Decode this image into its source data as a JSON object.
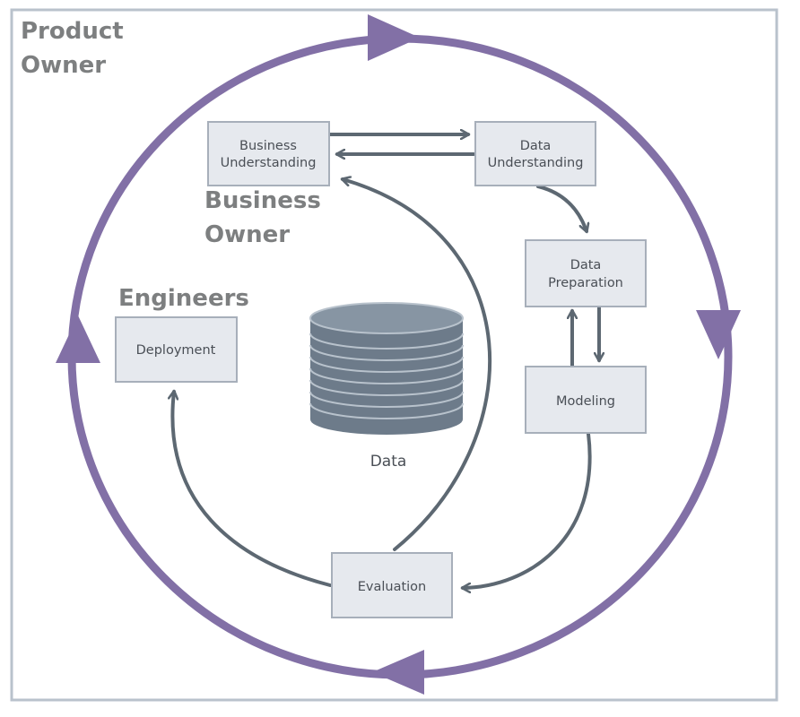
{
  "roles": {
    "product_owner": [
      "Product",
      "Owner"
    ],
    "business_owner": [
      "Business",
      "Owner"
    ],
    "engineers": [
      "Engineers"
    ]
  },
  "phases": {
    "business_understanding": [
      "Business",
      "Understanding"
    ],
    "data_understanding": [
      "Data",
      "Understanding"
    ],
    "data_preparation": [
      "Data",
      "Preparation"
    ],
    "modeling": [
      "Modeling"
    ],
    "evaluation": [
      "Evaluation"
    ],
    "deployment": [
      "Deployment"
    ]
  },
  "data_store": {
    "label": "Data"
  },
  "colors": {
    "outer_cycle": "#8270a6",
    "box_fill": "#e6e9ee",
    "box_stroke": "#a7afba",
    "inner_arrow": "#5d6872",
    "cylinder_fill": "#6d7b8a",
    "role_text": "#7d7f80",
    "frame": "#b9c2cc"
  }
}
